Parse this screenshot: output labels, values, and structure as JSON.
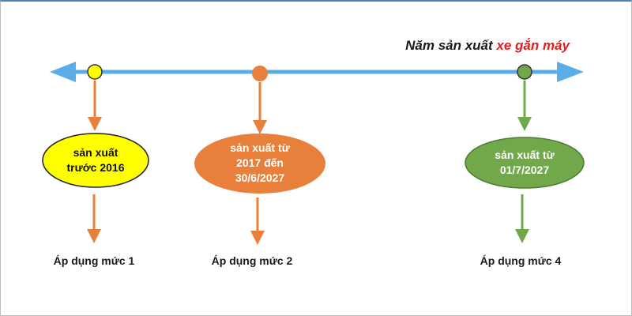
{
  "title": {
    "part1": "Năm sản xuất ",
    "part2": "xe gắn máy"
  },
  "nodes": [
    {
      "label": "sản xuất\ntrước 2016",
      "rule": "Áp dụng mức 1"
    },
    {
      "label": "sản xuất từ\n2017 đến\n30/6/2027",
      "rule": "Áp dụng mức 2"
    },
    {
      "label": "sản xuất từ\n01/7/2027",
      "rule": "Áp dụng mức 4"
    }
  ],
  "colors": {
    "axis": "#5aaee8",
    "node1": "#ffff00",
    "node2": "#e8803c",
    "node3": "#70a84a",
    "arrow1": "#e8803c",
    "arrow2": "#e8803c",
    "arrow3": "#70a84a",
    "highlight": "#e02020"
  }
}
